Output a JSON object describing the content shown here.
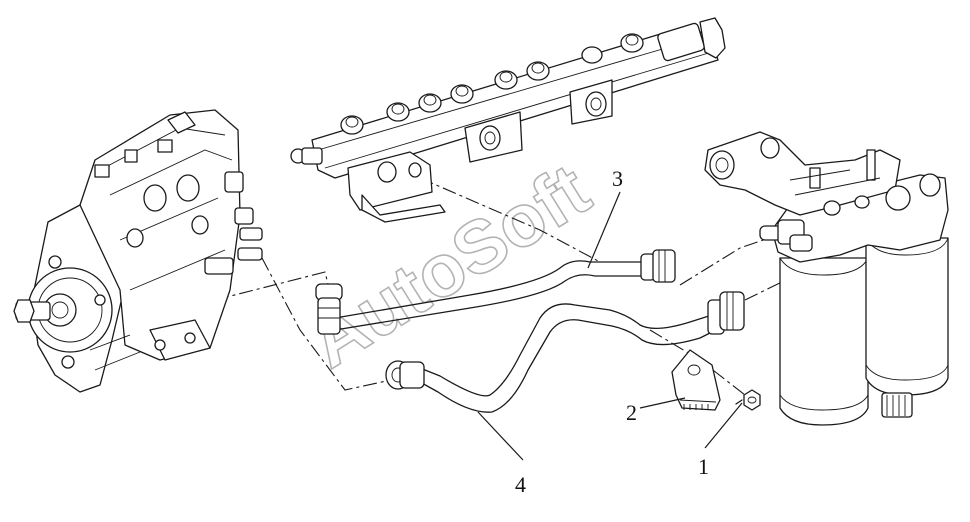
{
  "diagram": {
    "callouts": [
      {
        "id": "1",
        "label": "1"
      },
      {
        "id": "2",
        "label": "2"
      },
      {
        "id": "3",
        "label": "3"
      },
      {
        "id": "4",
        "label": "4"
      }
    ],
    "watermark": "AutoSoft"
  }
}
